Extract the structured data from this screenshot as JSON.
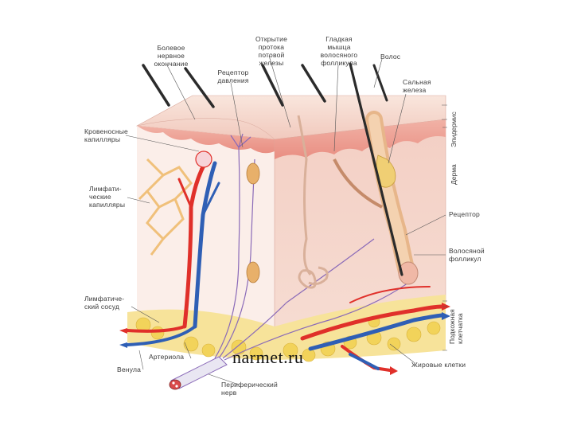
{
  "labels": {
    "nerve_endings": [
      "Болевое",
      "нервное",
      "окончание"
    ],
    "sebaceous_duct": [
      "Открытие",
      "протока",
      "потовой",
      "железы"
    ],
    "smooth_muscle": [
      "Гладкая",
      "мышца",
      "волосяного",
      "фолликула"
    ],
    "hair": [
      "Волос"
    ],
    "pressure_receptor": [
      "Рецептор",
      "давления"
    ],
    "sweat_gland": [
      "Сальная",
      "железа"
    ],
    "capillaries": [
      "Кровеносные",
      "капилляры"
    ],
    "lymph_capillaries": [
      "Лимфати-",
      "ческие",
      "капилляры"
    ],
    "receptor": [
      "Рецептор"
    ],
    "hair_follicle": [
      "Волосяной",
      "фолликул"
    ],
    "lymph_vessel": [
      "Лимфатиче-",
      "ский сосуд"
    ],
    "arteriole": [
      "Артериола"
    ],
    "venule": [
      "Венула"
    ],
    "fat_cells": [
      "Жировые клетки"
    ],
    "peripheral_nerve": [
      "Периферический",
      "нерв"
    ],
    "epidermis": [
      "Эпидермис"
    ],
    "dermis": [
      "Дерма"
    ],
    "hypodermis": [
      "Подкожная",
      "клетчатка"
    ]
  },
  "watermark": "narmet.ru",
  "colors": {
    "epidermis": "#f3c9c0",
    "dermis": "#f6d6cd",
    "dermis_side": "#f2c4b7",
    "artery": "#e0302a",
    "vein": "#2f5fb5",
    "nerve": "#8a6ab8",
    "fat": "#f2d35a",
    "lymph": "#f5d08a",
    "hair": "#2b2b2b"
  }
}
